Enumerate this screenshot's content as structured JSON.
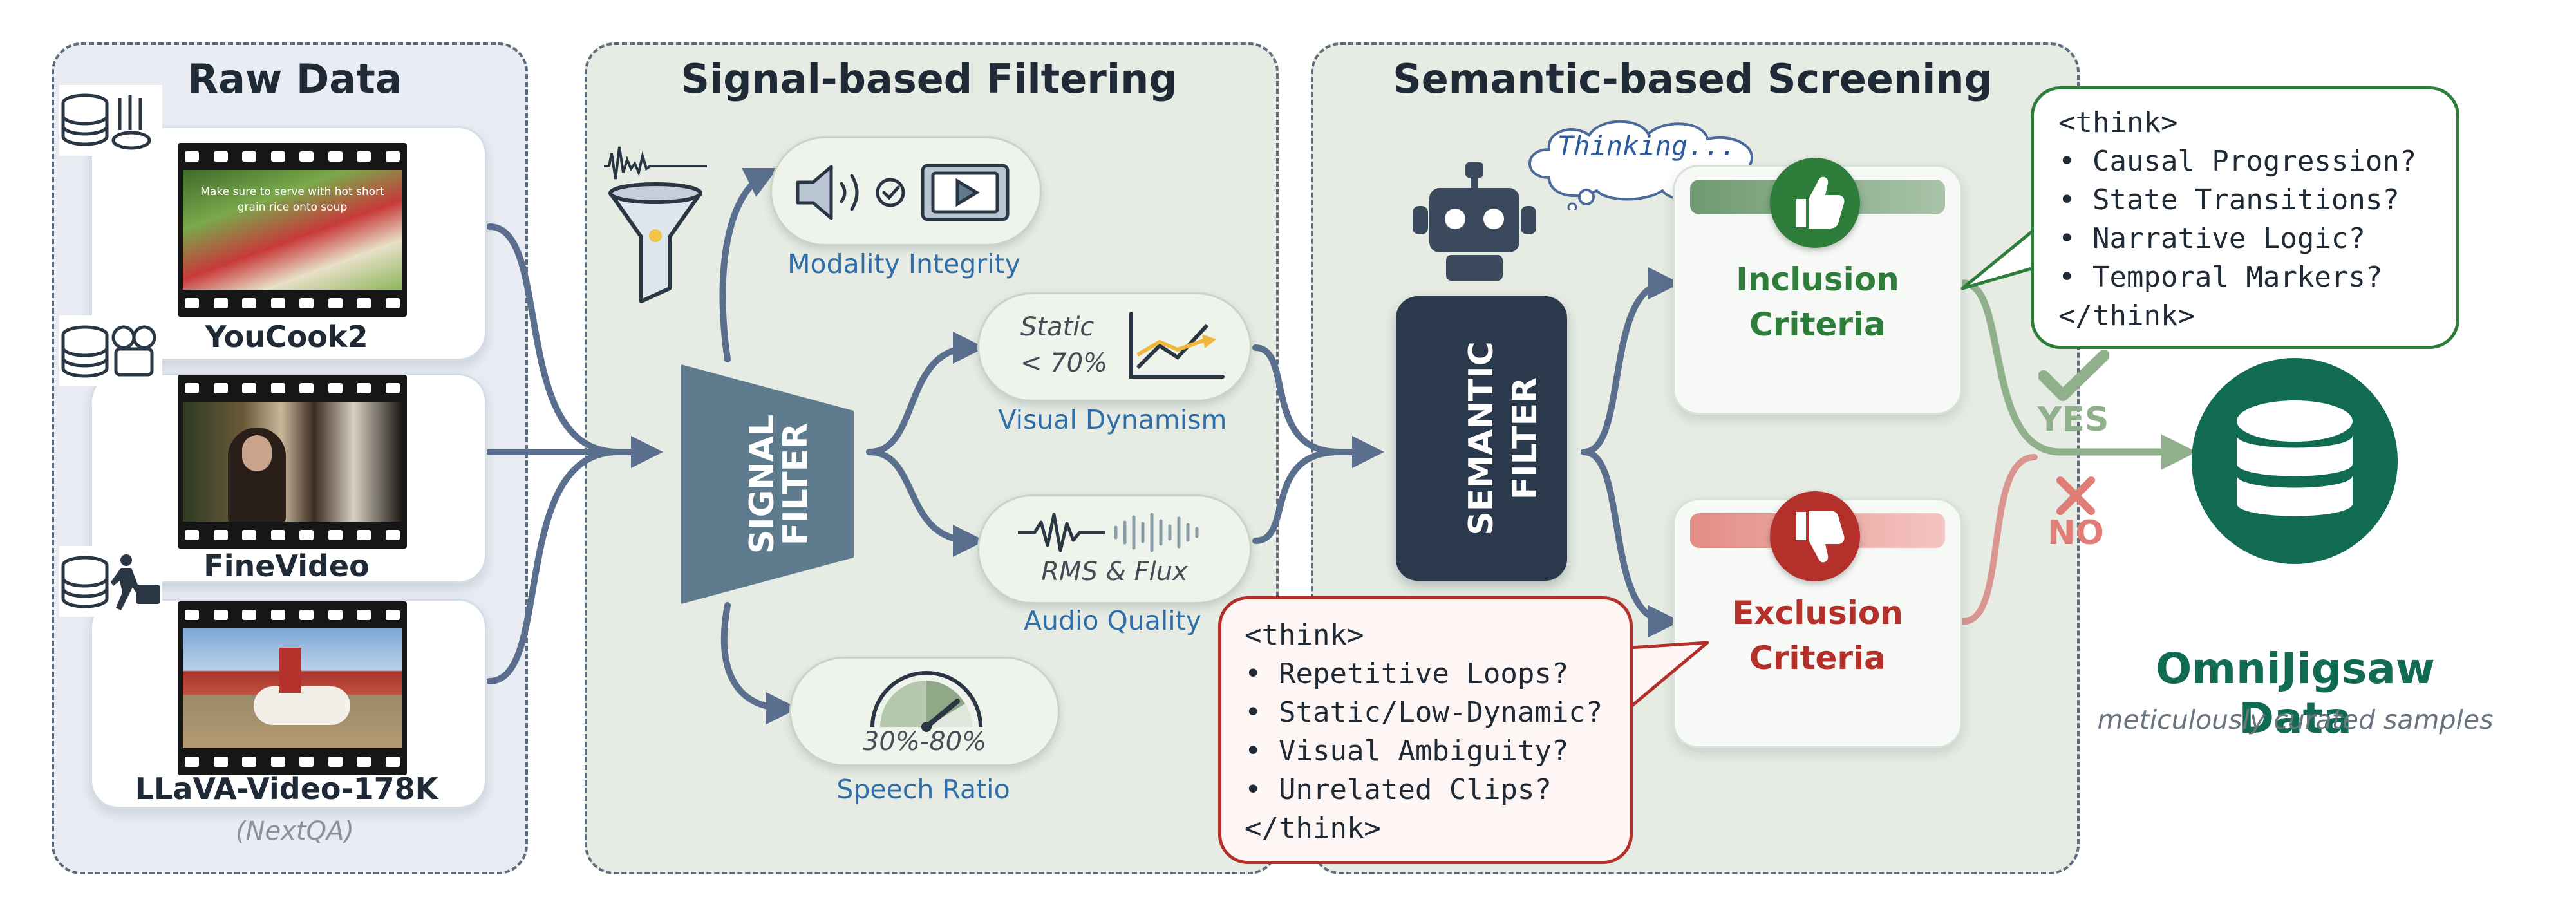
{
  "raw_data": {
    "title": "Raw Data",
    "sources": [
      {
        "label": "YouCook2",
        "caption": "Make sure to serve with hot short grain rice onto soup"
      },
      {
        "label": "FineVideo"
      },
      {
        "label": "LLaVA-Video-178K",
        "sublabel": "(NextQA)"
      }
    ]
  },
  "signal_stage": {
    "title": "Signal-based Filtering",
    "filter_label_line1": "SIGNAL",
    "filter_label_line2": "FILTER",
    "criteria": [
      {
        "label": "Modality Integrity"
      },
      {
        "label": "Visual Dynamism",
        "text_line1": "Static",
        "text_line2": "< 70%"
      },
      {
        "label": "Audio Quality",
        "text": "RMS & Flux"
      },
      {
        "label": "Speech Ratio",
        "text": "30%-80%"
      }
    ]
  },
  "semantic_stage": {
    "title": "Semantic-based Screening",
    "thinking": "Thinking...",
    "filter_label_line1": "SEMANTIC",
    "filter_label_line2": "FILTER",
    "inclusion": {
      "title_line1": "Inclusion",
      "title_line2": "Criteria",
      "think_lines": [
        "<think>",
        "• Causal Progression?",
        "• State Transitions?",
        "• Narrative Logic?",
        "• Temporal Markers?",
        "</think>"
      ]
    },
    "exclusion": {
      "title_line1": "Exclusion",
      "title_line2": "Criteria",
      "think_lines": [
        "<think>",
        "• Repetitive Loops?",
        "• Static/Low-Dynamic?",
        "• Visual Ambiguity?",
        "• Unrelated Clips?",
        "</think>"
      ]
    },
    "yes_label": "YES",
    "no_label": "NO"
  },
  "output": {
    "title": "OmniJigsaw Data",
    "subtitle": "meticulously curated samples"
  },
  "colors": {
    "panel_dashed": "#5d6b7c",
    "raw_bg": "#e9edf3",
    "stage_bg": "#e6ece3",
    "signal_filter": "#5d7b8c",
    "semantic_filter": "#2a3a4c",
    "inclusion_green": "#2e7d3a",
    "exclusion_red": "#b3302b",
    "output_green": "#116b52",
    "label_blue": "#2f6ea8",
    "arrow": "#5a6e8e"
  }
}
